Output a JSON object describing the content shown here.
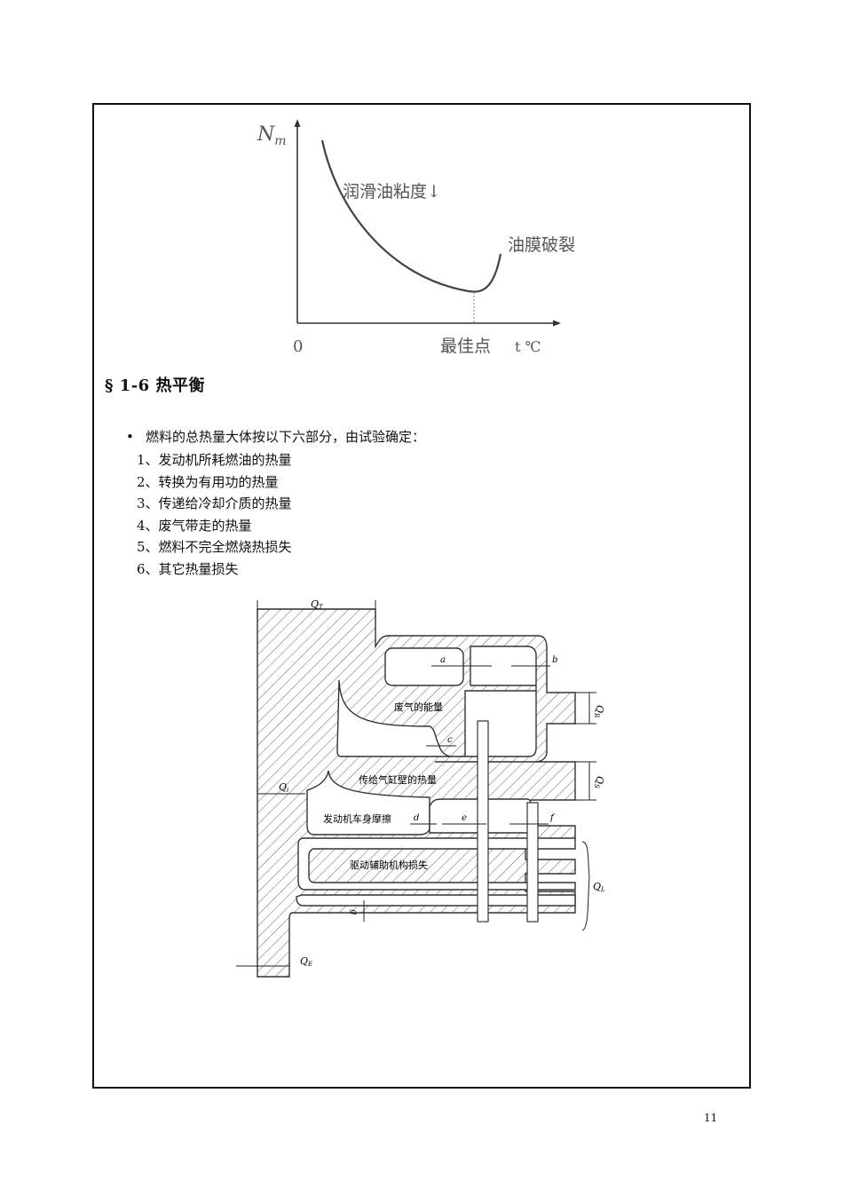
{
  "figure1": {
    "y_axis_label": "N",
    "y_axis_sub": "m",
    "origin_label": "0",
    "curve_label_viscosity": "润滑油粘度↓",
    "curve_label_film": "油膜破裂",
    "optimum_label": "最佳点",
    "x_axis_label": "t ℃"
  },
  "section": {
    "title": "§ 1-6 热平衡",
    "bullet_symbol": "•",
    "intro": "燃料的总热量大体按以下六部分，由试验确定：",
    "items": [
      "1、发动机所耗燃油的热量",
      "2、转换为有用功的热量",
      "3、传递给冷却介质的热量",
      "4、废气带走的热量",
      "5、燃料不完全燃烧热损失",
      "6、其它热量损失"
    ]
  },
  "figure2": {
    "label_QT": "Q",
    "sub_QT": "T",
    "label_Qi": "Q",
    "sub_Qi": "i",
    "label_QE": "Q",
    "sub_QE": "E",
    "label_QR": "Q",
    "sub_QR": "R",
    "label_QS": "Q",
    "sub_QS": "S",
    "label_QL": "Q",
    "sub_QL": "L",
    "exhaust_label": "废气的能量",
    "cylinder_label": "传给气缸壁的热量",
    "friction_label": "发动机车身摩擦",
    "aux_label": "驱动辅助机构损失",
    "letter_a": "a",
    "letter_b": "b",
    "letter_c": "c",
    "letter_d": "d",
    "letter_e": "e",
    "letter_f": "f",
    "letter_g": "g"
  },
  "page_number": "11"
}
